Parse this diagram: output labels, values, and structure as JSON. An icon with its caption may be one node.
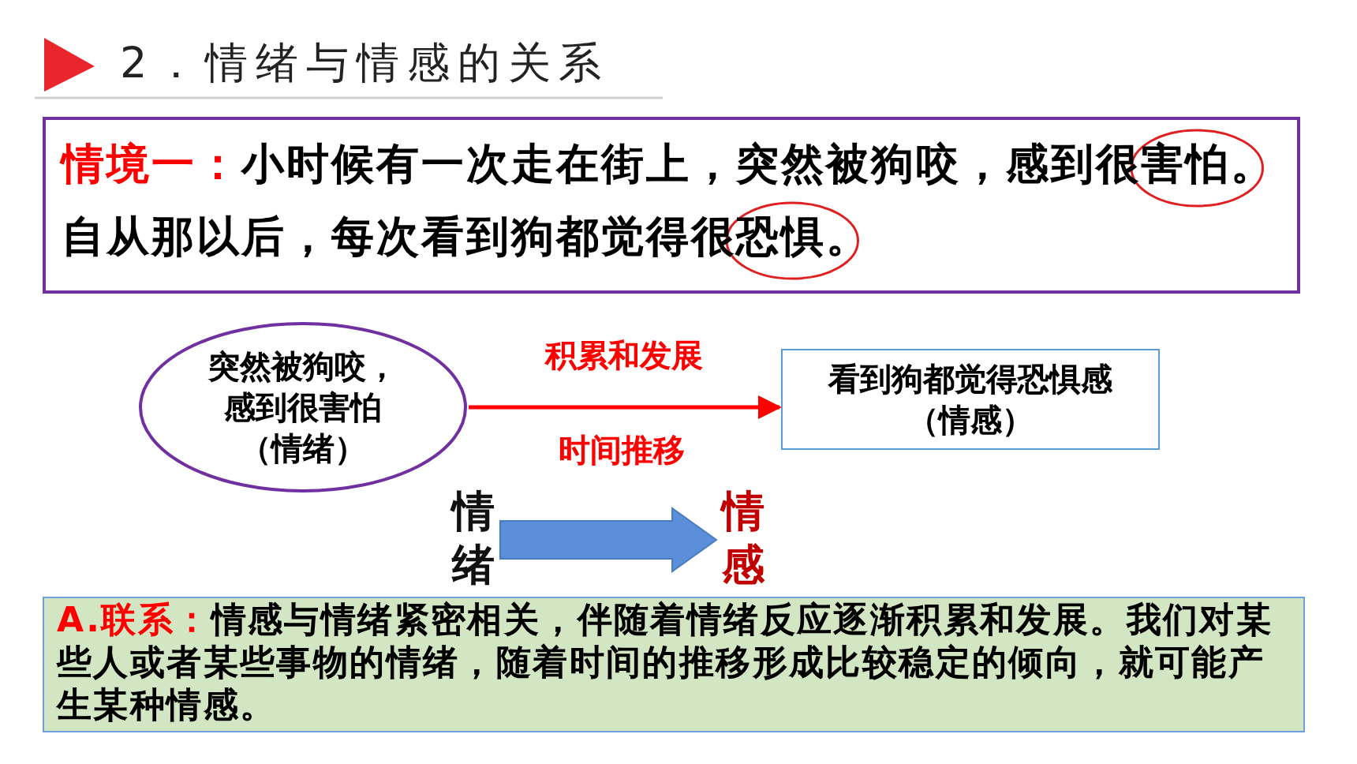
{
  "diagram": {
    "title": "2．情绪与情感的关系",
    "nodes": [
      {
        "text": [
          "情境一：",
          "小时候有一次走在街上，突然被狗咬，感到很害怕。自从那以后，每次看到狗都觉得很恐惧。"
        ]
      },
      {
        "text": [
          "突然被狗咬，感到很**害怕**（情绪）"
        ]
      },
      {
        "text": [
          "看到狗都觉得恐惧感（情感）"
        ]
      },
      {
        "text": [
          "情绪"
        ]
      },
      {
        "text": [
          "情感"
        ]
      },
      {
        "text": [
          "A.联系：",
          "情感与情绪**紧密相关，**伴随着情绪反应**逐渐积累和发展**。我们对某些人或者某些事物的情绪，随着**时间的推移**形成**比较稳定的倾向**，就可能产生某种情感。"
        ]
      }
    ],
    "edges": [
      {
        "from": 1,
        "to": 2,
        "arrow": "to",
        "label": "积累和发展",
        "color": "#ff0000"
      },
      {
        "from": 3,
        "to": 4,
        "arrow": "to",
        "style": "thick",
        "color": "#5b8fd9"
      }
    ],
    "labels": [
      "时间推移"
    ]
  }
}
